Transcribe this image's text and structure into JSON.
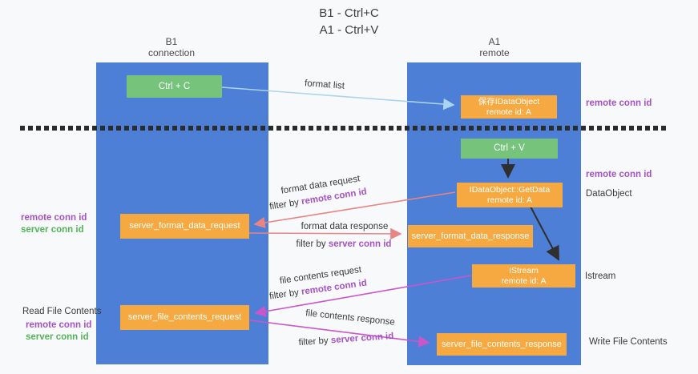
{
  "title": {
    "line1": "B1 - Ctrl+C",
    "line2": "A1 - Ctrl+V"
  },
  "lanes": {
    "left": {
      "title": "B1",
      "subtitle": "connection"
    },
    "right": {
      "title": "A1",
      "subtitle": "remote"
    }
  },
  "boxes": {
    "ctrl_c": {
      "label": "Ctrl + C"
    },
    "ctrl_v": {
      "label": "Ctrl + V"
    },
    "save_dataobject": {
      "line1": "保存IDataObject",
      "line2": "remote id: A"
    },
    "getdata": {
      "line1": "IDataObject::GetData",
      "line2": "remote id: A"
    },
    "istream": {
      "line1": "IStream",
      "line2": "remote id: A"
    },
    "format_request": {
      "label": "server_format_data_request"
    },
    "format_response": {
      "label": "server_format_data_response"
    },
    "file_request": {
      "label": "server_file_contents_request"
    },
    "file_response": {
      "label": "server_file_contents_response"
    }
  },
  "arrow_labels": {
    "format_list": "format list",
    "format_data_request": "format data request",
    "format_data_response": "format data response",
    "file_contents_request": "file contents request",
    "file_contents_response": "file contents response",
    "filter_prefix": "filter by ",
    "remote_conn_id": "remote conn id",
    "server_conn_id": "server conn id"
  },
  "annotations": {
    "right_remote_conn_top": "remote conn id",
    "right_remote_conn_mid": "remote conn id",
    "dataobject": "DataObject",
    "istream": "Istream",
    "write_file_contents": "Write File Contents",
    "left_remote_conn_top": "remote conn id",
    "left_server_conn_top": "server conn id",
    "read_file_contents": "Read File Contents",
    "left_remote_conn_bottom": "remote conn id",
    "left_server_conn_bottom": "server conn id"
  },
  "colors": {
    "lane_blue": "#4c7fd5",
    "box_orange": "#f7a941",
    "box_green": "#76c47c",
    "arrow_light_blue": "#aad4f0",
    "arrow_salmon": "#e88484",
    "arrow_magenta": "#ca56ca",
    "arrow_black": "#2f2f2f",
    "text_purple": "#a652c5",
    "text_green": "#54b358",
    "dash_black": "#2b2b2b"
  }
}
